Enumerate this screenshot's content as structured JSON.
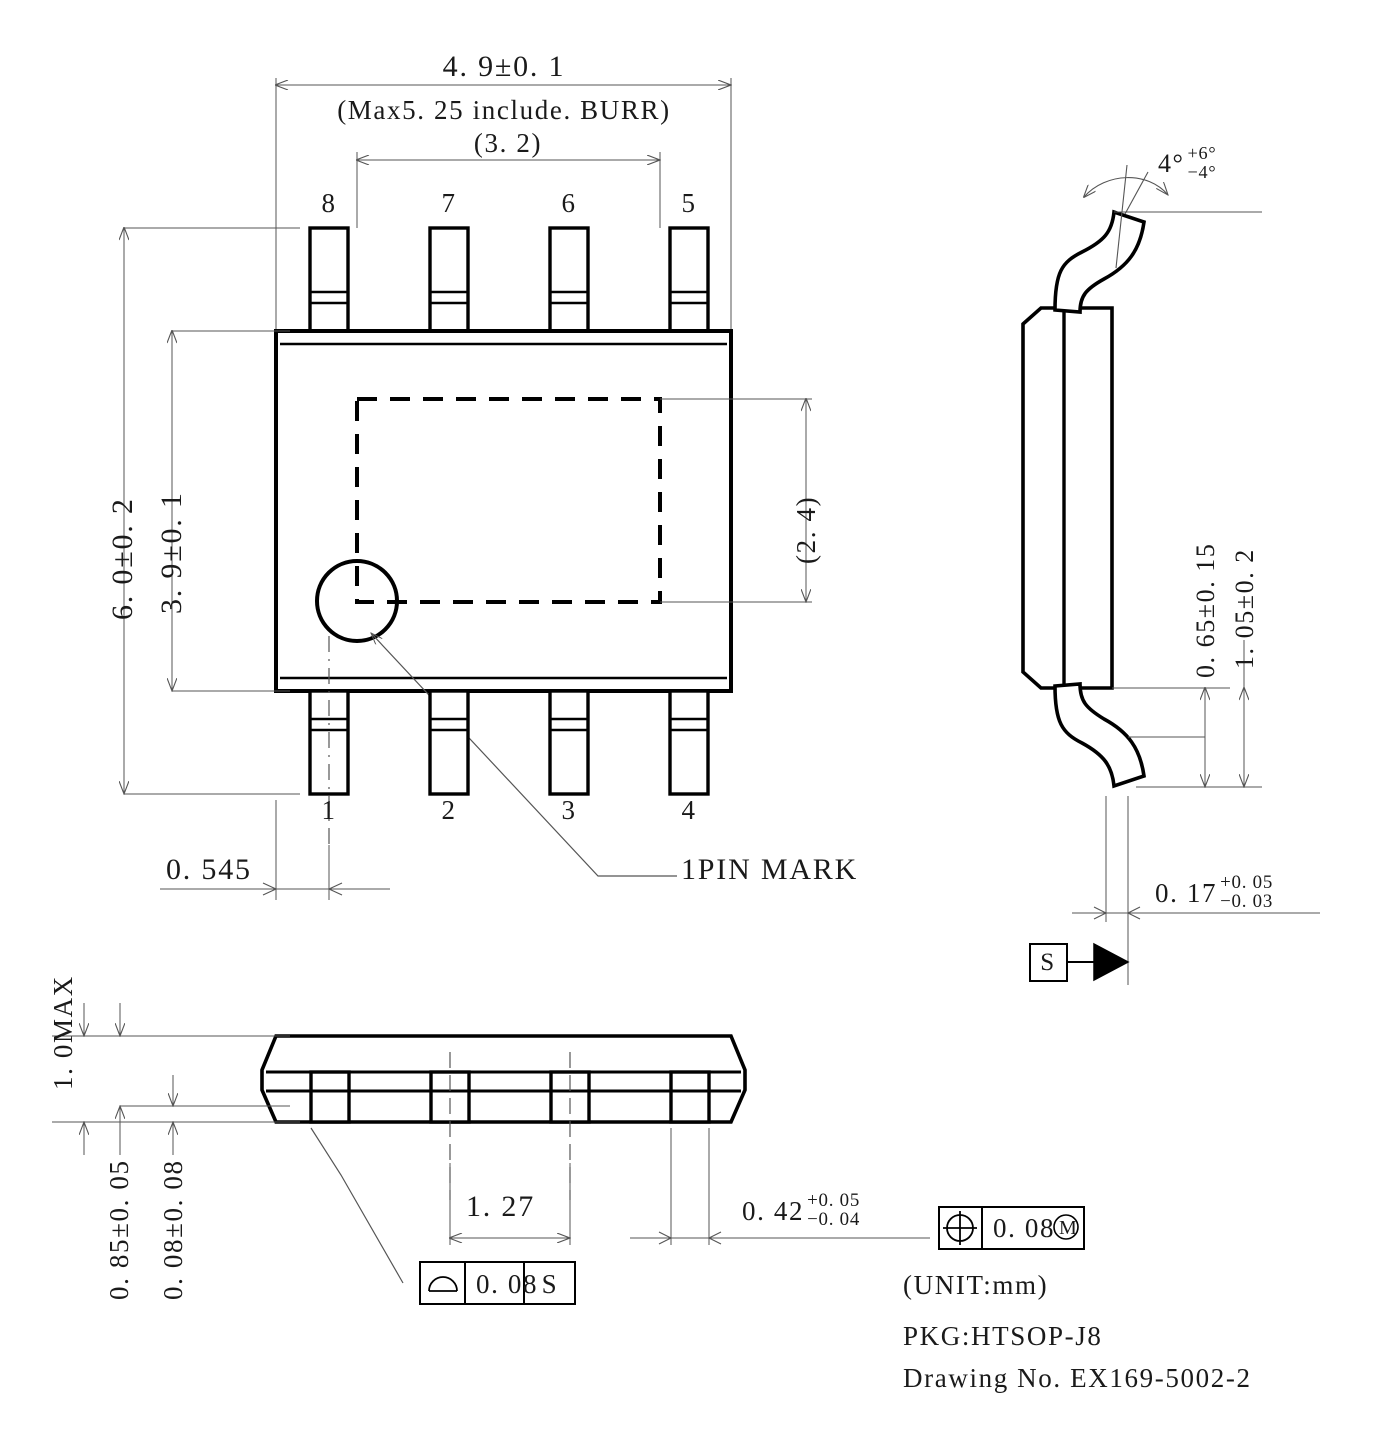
{
  "drawing": {
    "unit_note": "(UNIT:mm)",
    "package_label": "PKG:HTSOP-J8",
    "drawing_no_label": "Drawing No. EX169-5002-2",
    "pin_mark_label": "1PIN MARK"
  },
  "top_view": {
    "width_dim": "4. 9±0. 1",
    "width_note": "(Max5. 25  include. BURR)",
    "lead_span_dim": "(3. 2)",
    "body_height_dim": "6. 0±0. 2",
    "body_width_dim": "3. 9±0. 1",
    "pad_height_dim": "(2. 4)",
    "pin1_offset_dim": "0. 545",
    "pin_numbers_top": [
      "8",
      "7",
      "6",
      "5"
    ],
    "pin_numbers_bottom": [
      "1",
      "2",
      "3",
      "4"
    ]
  },
  "side_view": {
    "lead_angle_value": "4°",
    "lead_angle_plus": "+6°",
    "lead_angle_minus": "−4°",
    "standoff_dim": "0. 65±0. 15",
    "total_height_dim": "1. 05±0. 2",
    "lead_thickness_value": "0. 17",
    "lead_thickness_plus": "+0. 05",
    "lead_thickness_minus": "−0. 03",
    "datum_label": "S"
  },
  "front_view": {
    "max_height_dim": "1. 0MAX",
    "body_height_dim": "0. 85±0. 05",
    "seating_dim": "0. 08±0. 08",
    "pitch_dim": "1. 27",
    "lead_width_value": "0. 42",
    "lead_width_plus": "+0. 05",
    "lead_width_minus": "−0. 04",
    "gdt_position": {
      "symbol": "position-icon",
      "tolerance": "0. 08",
      "modifier": "M"
    },
    "gdt_profile": {
      "symbol": "profile-of-surface-icon",
      "tolerance": "0. 08",
      "datum": "S"
    }
  },
  "colors": {
    "outline": "#000000",
    "dimension": "#555555",
    "text": "#1a1a1a",
    "background": "#ffffff"
  }
}
